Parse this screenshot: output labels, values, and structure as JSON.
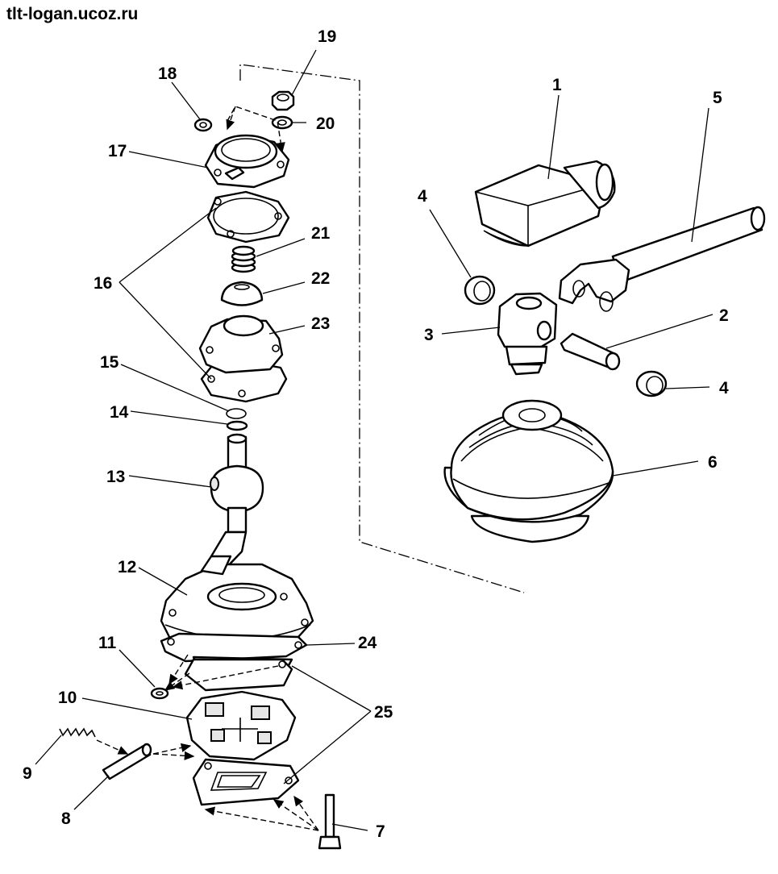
{
  "watermark": "tlt-logan.ucoz.ru",
  "callouts": [
    "1",
    "2",
    "3",
    "4",
    "4",
    "5",
    "6",
    "7",
    "8",
    "9",
    "10",
    "11",
    "12",
    "13",
    "14",
    "15",
    "16",
    "17",
    "18",
    "19",
    "20",
    "21",
    "22",
    "23",
    "24",
    "25"
  ]
}
